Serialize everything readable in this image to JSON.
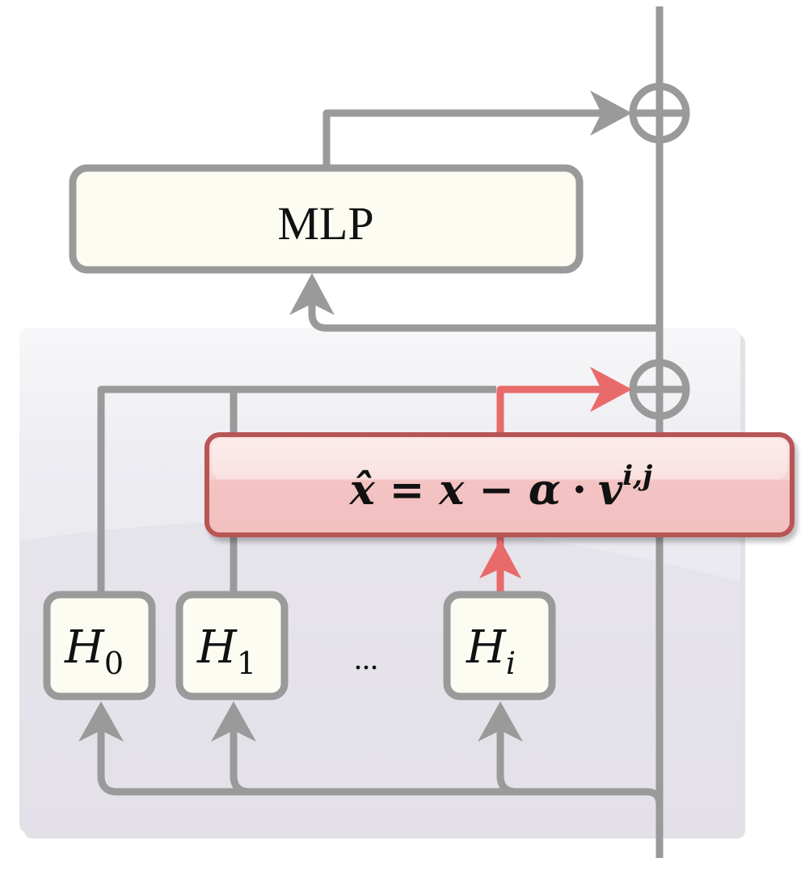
{
  "mlp": {
    "label": "MLP"
  },
  "edit_box": {
    "formula_parts": {
      "xhat": "x̂",
      "equals": "=",
      "x": "x",
      "minus": "−",
      "alpha": "α",
      "dot": "·",
      "v": "v",
      "superscript": "i,j"
    }
  },
  "heads": [
    {
      "letter": "H",
      "subscript": "0"
    },
    {
      "letter": "H",
      "subscript": "1"
    },
    {
      "letter": "H",
      "subscript": "i"
    }
  ],
  "ellipsis": "...",
  "colors": {
    "line": "#9a9a9a",
    "highlight": "#e86a6a",
    "box_fill": "#fdfcf3",
    "edit_fill": "#f4c4c4",
    "edit_border": "#b85555",
    "panel": "#e6e4ec"
  }
}
